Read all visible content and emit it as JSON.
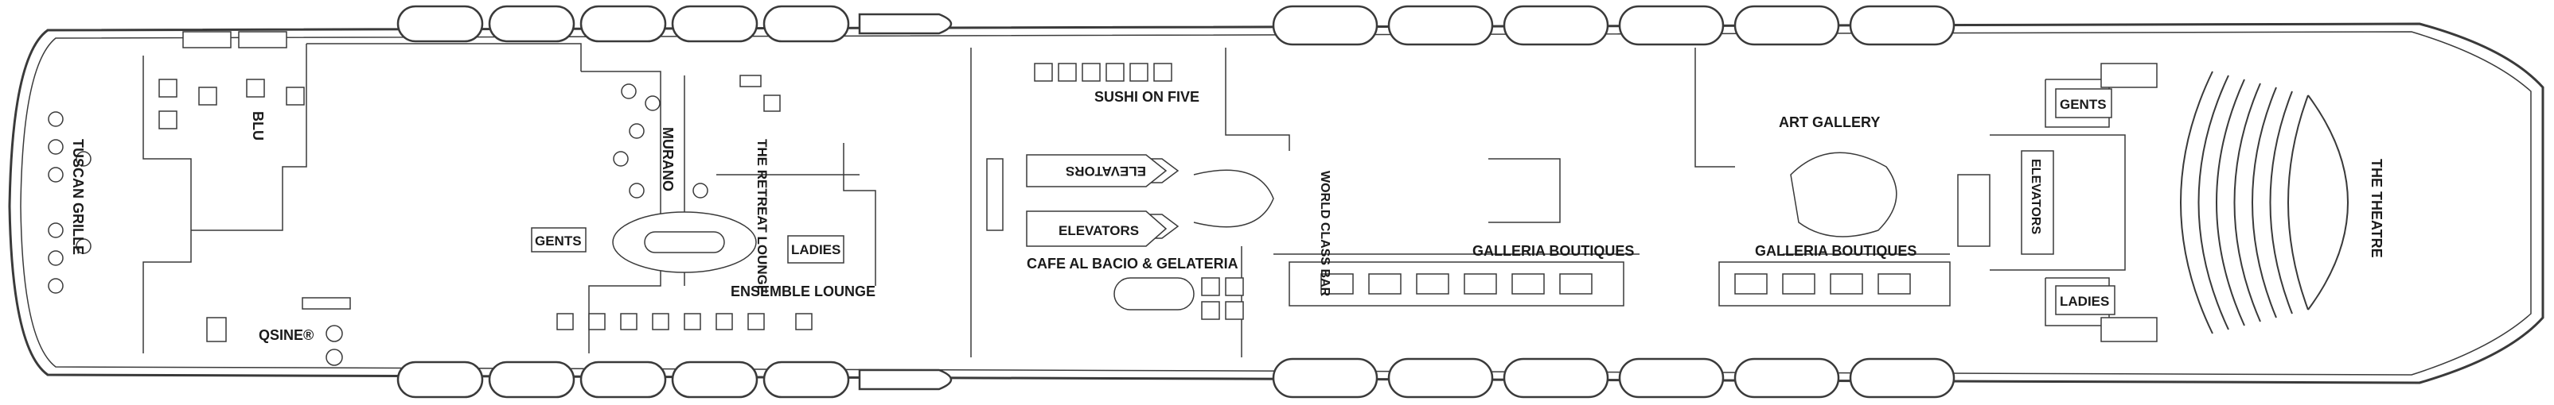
{
  "labels": {
    "blu": "BLU",
    "tuscan_grille": "TUSCAN GRILLE",
    "murano": "MURANO",
    "retreat_lounge": "THE RETREAT LOUNGE",
    "sushi_on_five": "SUSHI ON FIVE",
    "art_gallery": "ART GALLERY",
    "gents_left": "GENTS",
    "gents_right": "GENTS",
    "ladies_left": "LADIES",
    "ladies_right": "LADIES",
    "elevators_top": "ELEVATORS",
    "elevators_mid": "ELEVATORS",
    "elevators_right": "ELEVATORS",
    "world_class_bar": "WORLD CLASS BAR",
    "cafe_al_bacio": "CAFE AL BACIO & GELATERIA",
    "galleria_left": "GALLERIA BOUTIQUES",
    "galleria_right": "GALLERIA BOUTIQUES",
    "ensemble_lounge": "ENSEMBLE LOUNGE",
    "qsine": "QSINE®",
    "the_theatre": "THE THEATRE"
  }
}
